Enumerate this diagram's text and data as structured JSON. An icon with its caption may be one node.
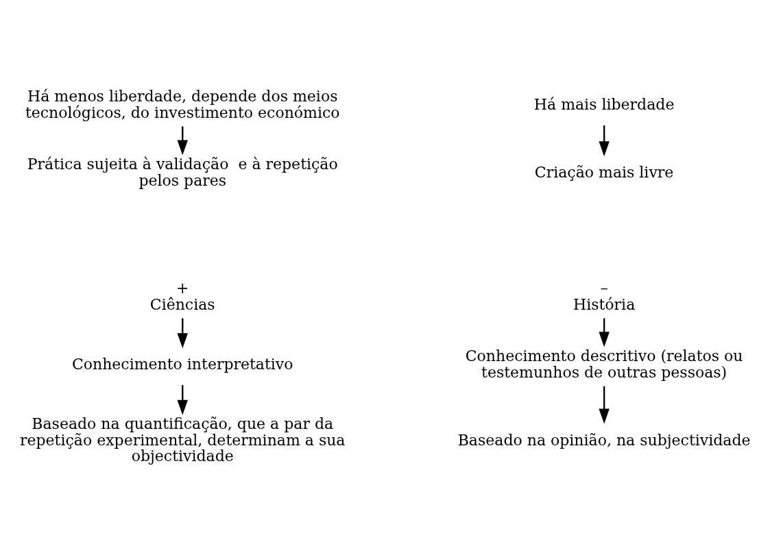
{
  "diagram": {
    "nodes": [
      {
        "text": [
          "Há menos liberdade, depende dos meios tecnológicos, do investimento económico"
        ]
      },
      {
        "text": [
          "Prática sujeita à validação  e à repetição pelos pares"
        ]
      },
      {
        "text": [
          "Há mais liberdade"
        ]
      },
      {
        "text": [
          "Criação mais livre"
        ]
      },
      {
        "text": [
          "Ciências"
        ],
        "beside": [
          "+"
        ]
      },
      {
        "text": [
          "Conhecimento interpretativo"
        ]
      },
      {
        "text": [
          "Baseado na quantificação, que a par da repetição experimental, determinam a sua objectividade"
        ]
      },
      {
        "text": [
          "História"
        ],
        "beside": [
          "–"
        ]
      },
      {
        "text": [
          "Conhecimento descritivo (relatos ou testemunhos de outras pessoas)"
        ]
      },
      {
        "text": [
          "Baseado na opinião, na subjectividade"
        ]
      }
    ],
    "edges": [
      {
        "from": 0,
        "to": 1,
        "arrow": "to"
      },
      {
        "from": 2,
        "to": 3,
        "arrow": "to"
      },
      {
        "from": 4,
        "to": 5,
        "arrow": "to"
      },
      {
        "from": 5,
        "to": 6,
        "arrow": "to"
      },
      {
        "from": 7,
        "to": 8,
        "arrow": "to"
      },
      {
        "from": 8,
        "to": 9,
        "arrow": "to"
      }
    ]
  }
}
